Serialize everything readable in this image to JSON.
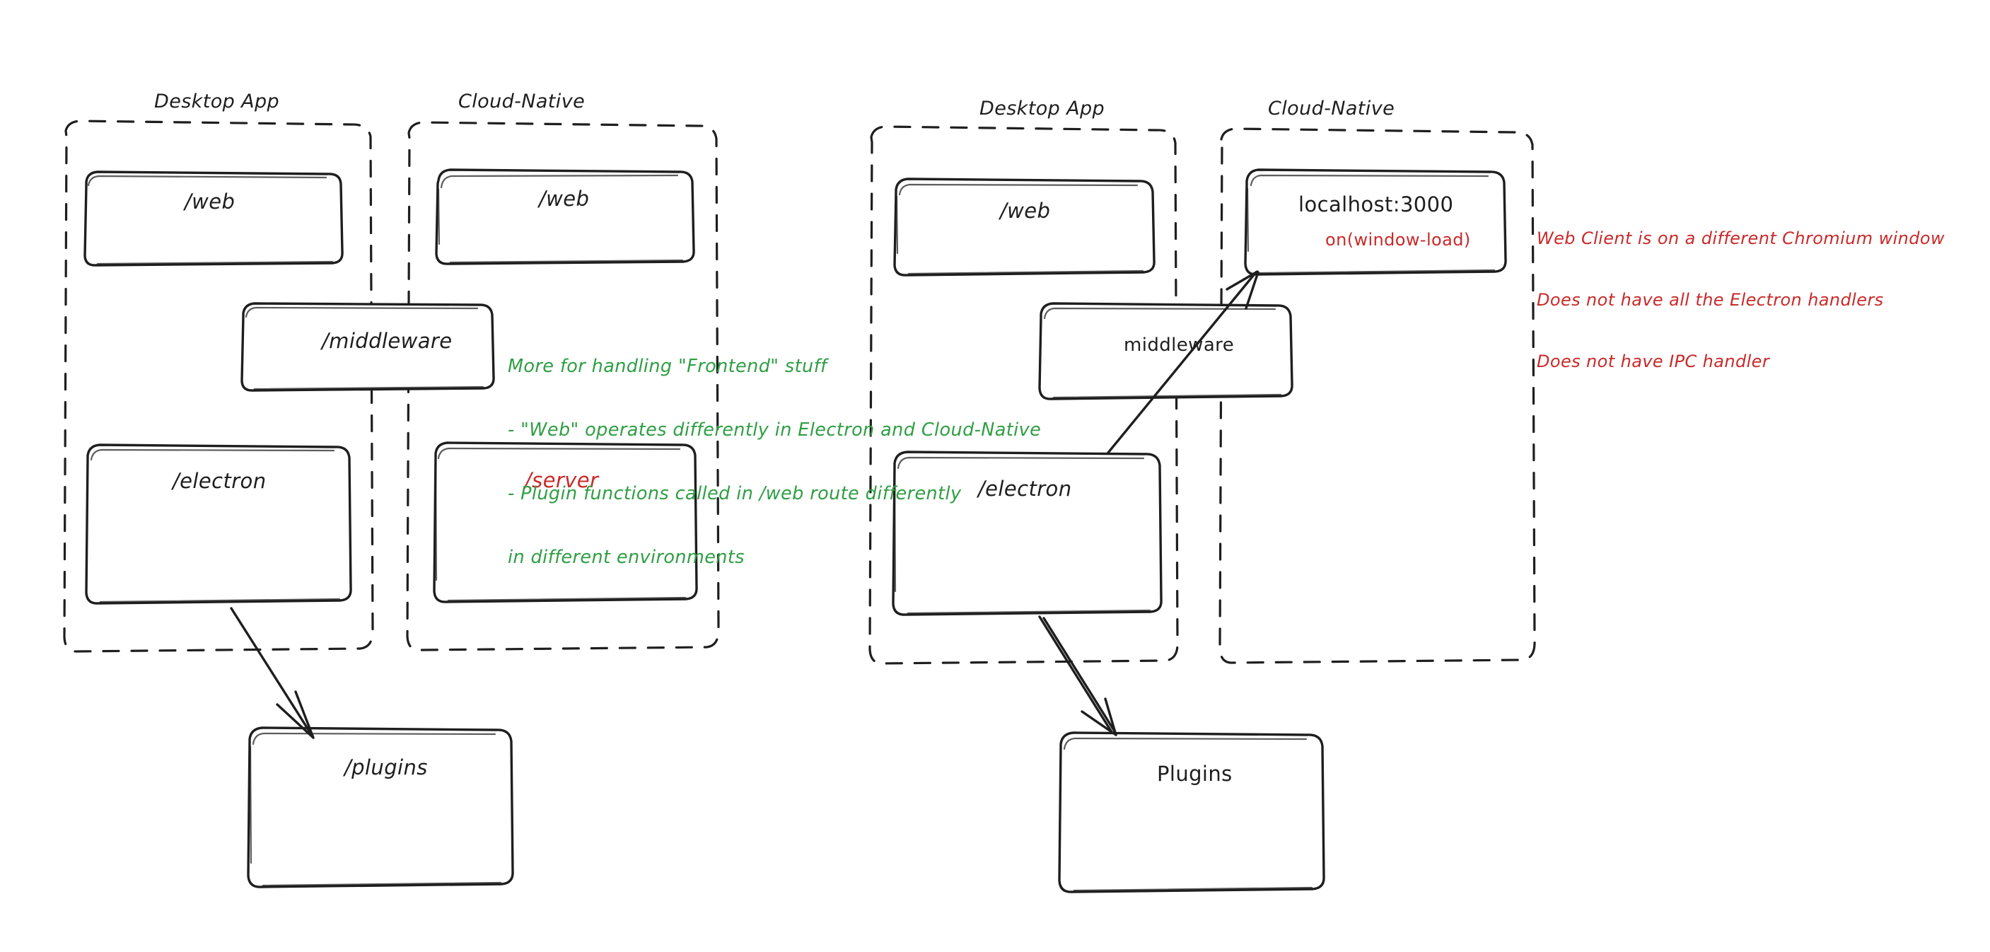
{
  "diagram": {
    "title": "Electron Desktop App vs Cloud-Native architecture sketch",
    "background": "#ffffff",
    "colors": {
      "stroke": "#1e1e1e",
      "red": "#c92a2a",
      "green": "#2f9e44"
    },
    "left_scenario": {
      "groups": [
        {
          "label": "Desktop App"
        },
        {
          "label": "Cloud-Native"
        }
      ],
      "boxes": [
        {
          "label": "/web",
          "color": "stroke"
        },
        {
          "label": "/web",
          "color": "stroke"
        },
        {
          "label": "/middleware",
          "color": "stroke"
        },
        {
          "label": "/electron",
          "color": "stroke"
        },
        {
          "label": "/server",
          "color": "red"
        },
        {
          "label": "/plugins",
          "color": "stroke"
        }
      ],
      "note_green": [
        "More for handling \"Frontend\" stuff",
        "- \"Web\" operates differently in Electron and Cloud-Native",
        "- Plugin functions called in /web route differently",
        "in different environments"
      ]
    },
    "right_scenario": {
      "groups": [
        {
          "label": "Desktop App"
        },
        {
          "label": "Cloud-Native"
        }
      ],
      "boxes": [
        {
          "label": "/web",
          "color": "stroke"
        },
        {
          "label": "localhost:3000",
          "color": "stroke"
        },
        {
          "label": "on(window-load)",
          "color": "red"
        },
        {
          "label": "middleware",
          "color": "stroke"
        },
        {
          "label": "/electron",
          "color": "stroke"
        },
        {
          "label": "Plugins",
          "color": "stroke"
        }
      ],
      "note_red": [
        "Web Client is on a different Chromium window",
        "Does not have all the Electron handlers",
        "Does not have IPC handler"
      ]
    }
  }
}
